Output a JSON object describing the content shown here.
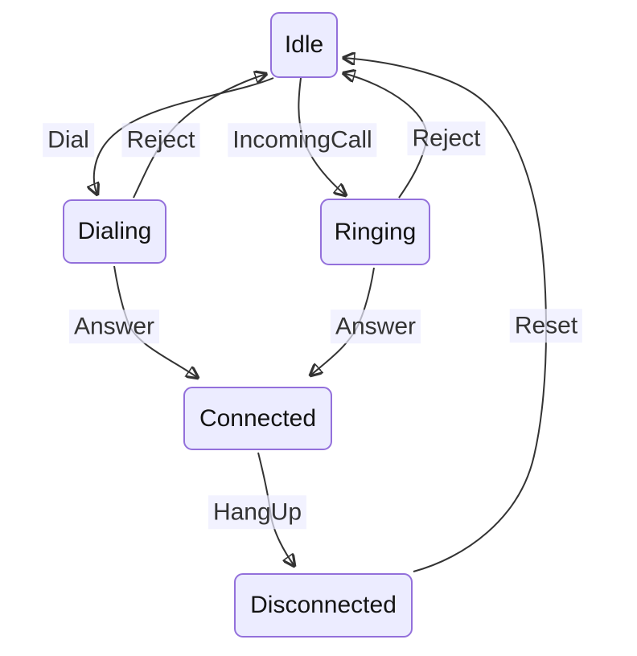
{
  "diagram": {
    "type": "state-machine",
    "nodes": {
      "idle": {
        "label": "Idle"
      },
      "dialing": {
        "label": "Dialing"
      },
      "ringing": {
        "label": "Ringing"
      },
      "connected": {
        "label": "Connected"
      },
      "disconnected": {
        "label": "Disconnected"
      }
    },
    "edges": [
      {
        "from": "Idle",
        "to": "Dialing",
        "label": "Dial"
      },
      {
        "from": "Dialing",
        "to": "Idle",
        "label": "Reject"
      },
      {
        "from": "Idle",
        "to": "Ringing",
        "label": "IncomingCall"
      },
      {
        "from": "Ringing",
        "to": "Idle",
        "label": "Reject"
      },
      {
        "from": "Dialing",
        "to": "Connected",
        "label": "Answer"
      },
      {
        "from": "Ringing",
        "to": "Connected",
        "label": "Answer"
      },
      {
        "from": "Connected",
        "to": "Disconnected",
        "label": "HangUp"
      },
      {
        "from": "Disconnected",
        "to": "Idle",
        "label": "Reset"
      }
    ],
    "colors": {
      "node_fill": "#ECECFF",
      "node_border": "#9370DB",
      "edge_stroke": "#333333",
      "node_text": "#131313",
      "edge_label_text": "#333333",
      "edge_label_background": "rgba(236,236,255,0.7)",
      "background": "#ffffff"
    }
  }
}
